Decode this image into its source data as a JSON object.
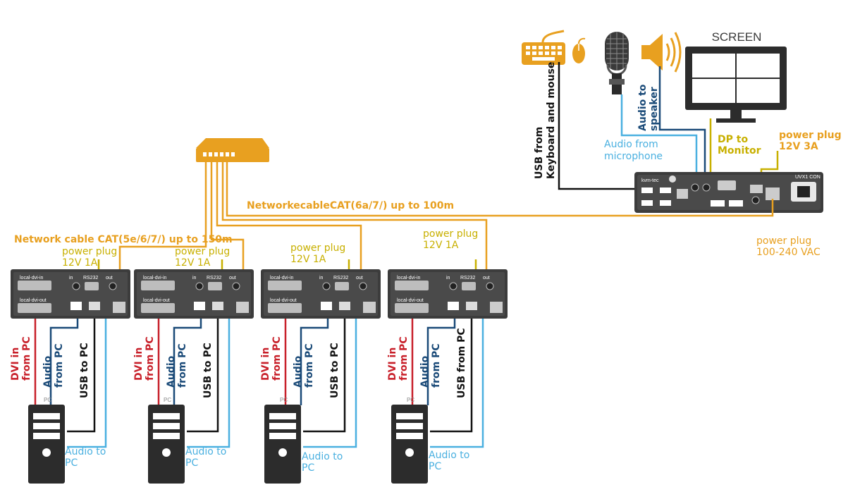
{
  "colors": {
    "orange": "#e8a020",
    "red": "#c8202a",
    "dark_blue": "#1a4a78",
    "light_blue": "#4ab0e0",
    "black": "#111111",
    "olive": "#c8b000",
    "device": "#444444"
  },
  "screen": {
    "title": "SCREEN"
  },
  "controller": {
    "brand": "kvm-tec",
    "model": "UVX1 CON"
  },
  "labels": {
    "usb_keyboard_line1": "USB from",
    "usb_keyboard_line2": "Keyboard and mouse",
    "audio_to_speaker_line1": "Audio to",
    "audio_to_speaker_line2": "speaker",
    "audio_from_mic_line1": "Audio from",
    "audio_from_mic_line2": "microphone",
    "dp_to_monitor_line1": "DP to",
    "dp_to_monitor_line2": "Monitor",
    "power_3a_line1": "power plug",
    "power_3a_line2": "12V 3A",
    "power_ac_line1": "power plug",
    "power_ac_line2": "100-240 VAC",
    "network_100m": "NetworkecableCAT(6a/7/) up to 100m",
    "network_150m": "Network cable CAT(5e/6/7/) up to 150m"
  },
  "extenders": [
    {
      "power_line1": "power plug",
      "power_line2": "12V 1A",
      "dvi_in": "local-dvi-in",
      "dvi_out": "local-dvi-out",
      "rs232": "RS232",
      "in": "in",
      "out": "out",
      "dvi_line1": "DVI in",
      "dvi_line2": "from PC",
      "audio_line1": "Audio",
      "audio_line2": "from PC",
      "usb": "USB to PC",
      "audio_to_line1": "Audio to",
      "audio_to_line2": "PC",
      "pc": "PC"
    },
    {
      "power_line1": "power plug",
      "power_line2": "12V 1A",
      "dvi_in": "local-dvi-in",
      "dvi_out": "local-dvi-out",
      "rs232": "RS232",
      "in": "in",
      "out": "out",
      "dvi_line1": "DVI in",
      "dvi_line2": "from PC",
      "audio_line1": "Audio",
      "audio_line2": "from PC",
      "usb": "USB to PC",
      "audio_to_line1": "Audio to",
      "audio_to_line2": "PC",
      "pc": "PC"
    },
    {
      "power_line1": "power plug",
      "power_line2": "12V 1A",
      "dvi_in": "local-dvi-in",
      "dvi_out": "local-dvi-out",
      "rs232": "RS232",
      "in": "in",
      "out": "out",
      "dvi_line1": "DVI in",
      "dvi_line2": "from PC",
      "audio_line1": "Audio",
      "audio_line2": "from PC",
      "usb": "USB to PC",
      "audio_to_line1": "Audio to",
      "audio_to_line2": "PC",
      "pc": "PC"
    },
    {
      "power_line1": "power plug",
      "power_line2": "12V 1A",
      "dvi_in": "local-dvi-in",
      "dvi_out": "local-dvi-out",
      "rs232": "RS232",
      "in": "in",
      "out": "out",
      "dvi_line1": "DVI in",
      "dvi_line2": "from PC",
      "audio_line1": "Audio",
      "audio_line2": "from PC",
      "usb": "USB from PC",
      "audio_to_line1": "Audio to",
      "audio_to_line2": "PC",
      "pc": "PC"
    }
  ]
}
